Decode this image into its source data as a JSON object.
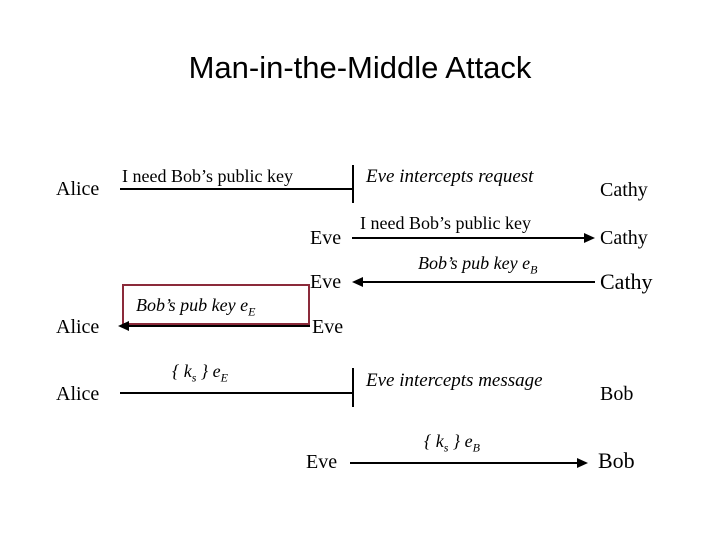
{
  "slide": {
    "title": "Man-in-the-Middle Attack",
    "background_color": "#ffffff",
    "text_color": "#000000",
    "highlight_border_color": "#8B2A3A"
  },
  "actors": {
    "alice": "Alice",
    "eve": "Eve",
    "cathy": "Cathy",
    "bob": "Bob"
  },
  "rows": [
    {
      "id": "row1-alice-to-eve",
      "left_actor": "Alice",
      "message": "I need Bob’s public key",
      "right_actor": "Cathy",
      "note": "Eve intercepts request",
      "arrow": "none",
      "blocked": true
    },
    {
      "id": "row2-eve-to-cathy",
      "left_actor": "Eve",
      "message": "I need Bob’s public key",
      "right_actor": "Cathy",
      "arrow": "right"
    },
    {
      "id": "row3-cathy-to-eve",
      "left_actor": "Eve",
      "message_prefix": "Bob’s pub key e",
      "message_subscript": "B",
      "right_actor": "Cathy",
      "arrow": "left"
    },
    {
      "id": "row4-eve-to-alice",
      "left_actor": "Alice",
      "message_prefix": "Bob’s pub key e",
      "message_subscript": "E",
      "right_actor": "Eve",
      "arrow": "left",
      "highlighted": true
    },
    {
      "id": "row5-alice-to-bob",
      "left_actor": "Alice",
      "message_open": "{ ",
      "message_key": "k",
      "message_key_subscript": "s",
      "message_close": " } e",
      "message_subscript": "E",
      "right_actor": "Bob",
      "note": "Eve intercepts message",
      "arrow": "none",
      "blocked": true
    },
    {
      "id": "row6-eve-to-bob",
      "left_actor": "Eve",
      "message_open": "{ ",
      "message_key": "k",
      "message_key_subscript": "s",
      "message_close": " } e",
      "message_subscript": "B",
      "right_actor": "Bob",
      "arrow": "right"
    }
  ]
}
